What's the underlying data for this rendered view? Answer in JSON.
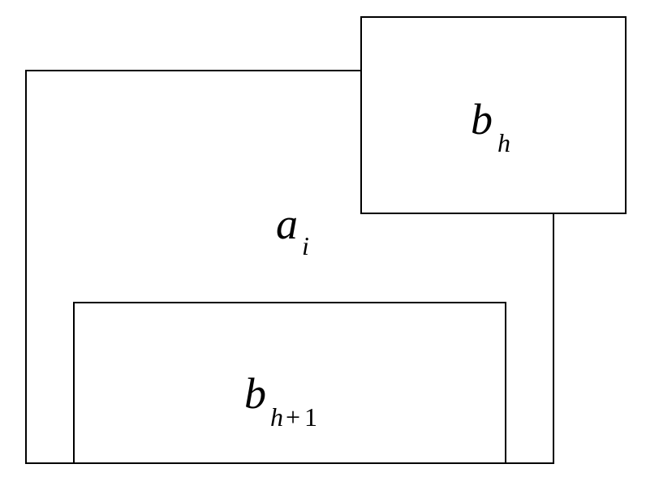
{
  "diagram": {
    "outer_label": {
      "base": "a",
      "sub": "i"
    },
    "top_label": {
      "base": "b",
      "sub": "h"
    },
    "bottom_label": {
      "base": "b",
      "sub_var": "h",
      "sub_op": "+",
      "sub_num": "1"
    }
  },
  "colors": {
    "stroke": "#000000",
    "fill": "#ffffff",
    "text": "#000000"
  }
}
